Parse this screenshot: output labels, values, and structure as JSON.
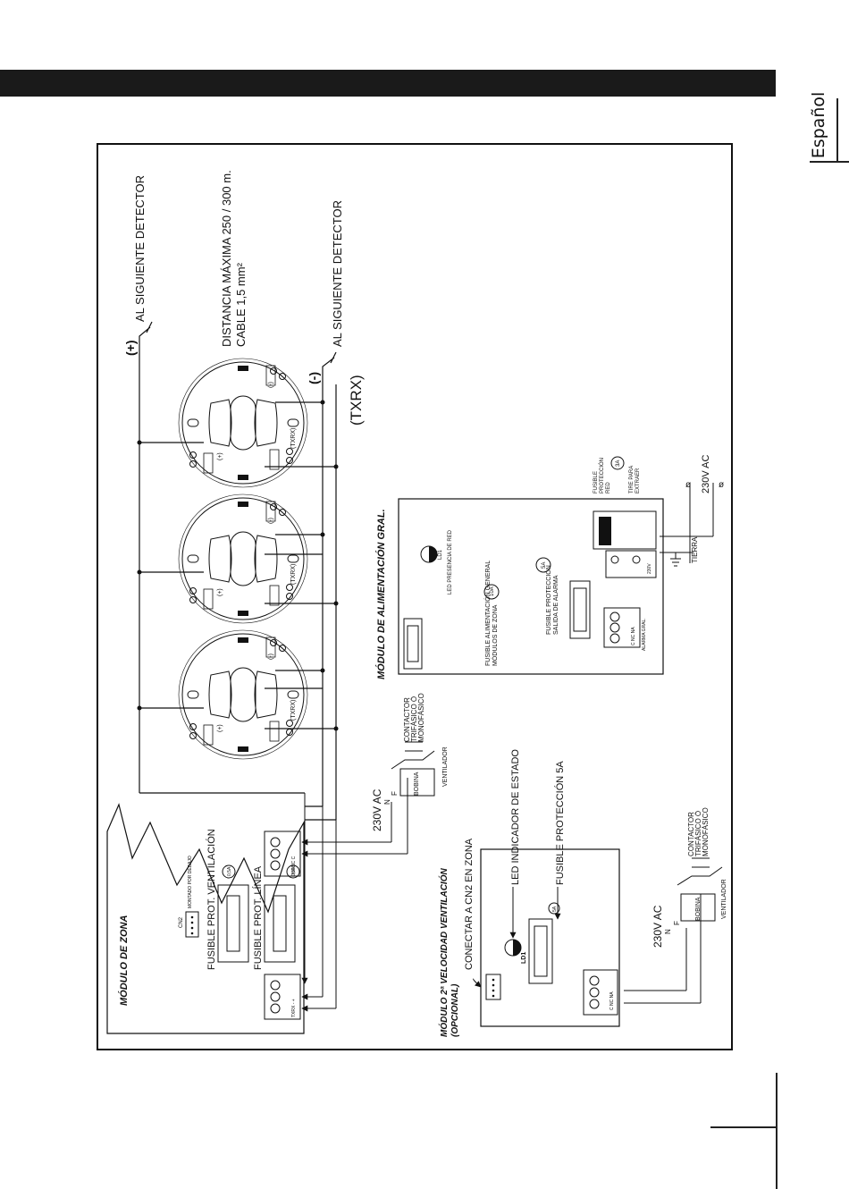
{
  "page": {
    "language_tab": "Español"
  },
  "diagram": {
    "detector_out_plus": "AL SIGUIENTE DETECTOR",
    "detector_out_minus": "AL SIGUIENTE DETECTOR",
    "plus_sign": "(+)",
    "minus_sign": "(-)",
    "distance_line1": "DISTANCIA MÁXIMA 250 / 300 m.",
    "distance_line2": "CABLE 1,5 mm²",
    "txrx": "(TXRX)",
    "detector_labels": {
      "plus": "(+)",
      "minus": "(-)",
      "txrx": "(TXRX)"
    },
    "zone_module": {
      "title": "MÓDULO DE ZONA",
      "cn2": "CN2",
      "cn2_note": "MONTADO POR DEBAJO",
      "fuse_vent": "FUSIBLE PROT. VENTILACIÓN",
      "fuse_vent_value": "0,5A",
      "fuse_line": "FUSIBLE PROT. LÍNEA",
      "fuse_line_value": "0,5A",
      "terminal_left": "TXRX   -   +",
      "terminal_right": "NA   NC   C"
    },
    "vent_contactor": {
      "voltage": "230V AC",
      "n": "N",
      "f": "F",
      "bobina": "BOBINA",
      "contactor": "CONTACTOR",
      "contactor_type1": "TRIFÁSICO Ó",
      "contactor_type2": "MONOFÁSICO",
      "ventilador": "VENTILADOR"
    },
    "power_module": {
      "title": "MÓDULO DE ALIMENTACIÓN GRAL.",
      "ld1": "LD1",
      "led_red": "LED PRESENCIA DE RED",
      "fuse_general_1": "FUSIBLE ALIMENTACIÓN GENERAL",
      "fuse_general_2": "MÓDULOS DE ZONA",
      "fuse_general_value": "10A",
      "fuse_alarm_1": "FUSIBLE PROTECCIÓN",
      "fuse_alarm_2": "SALIDA DE ALARMA",
      "fuse_alarm_value": "5A",
      "fuse_red_1": "FUSIBLE",
      "fuse_red_2": "PROTECCIÓN",
      "fuse_red_3": "RED",
      "fuse_red_value": "3A",
      "pull_1": "TIRE PARA",
      "pull_2": "EXTRAER",
      "alarm_terminal": "C   NC   NA",
      "alarm_label": "ALARMA GRAL.",
      "terminal_230": "230V",
      "tierra": "TIERRA",
      "mains": "230V AC"
    },
    "second_speed_module": {
      "title1": "MÓDULO 2ª VELOCIDAD VENTILACIÓN",
      "title2": "(OPCIONAL)",
      "connect_cn2": "CONECTAR A CN2 EN ZONA",
      "led_state": "LED INDICADOR DE ESTADO",
      "fuse_5a": "FUSIBLE PROTECCIÓN 5A",
      "ld1": "LD1",
      "fuse_value": "5A",
      "terminal": "C   NC   NA",
      "voltage": "230V AC",
      "n": "N",
      "f": "F",
      "bobina": "BOBINA",
      "contactor": "CONTACTOR",
      "contactor_type1": "TRIFÁSICO Ó",
      "contactor_type2": "MONOFÁSICO",
      "ventilador": "VENTILADOR"
    }
  }
}
